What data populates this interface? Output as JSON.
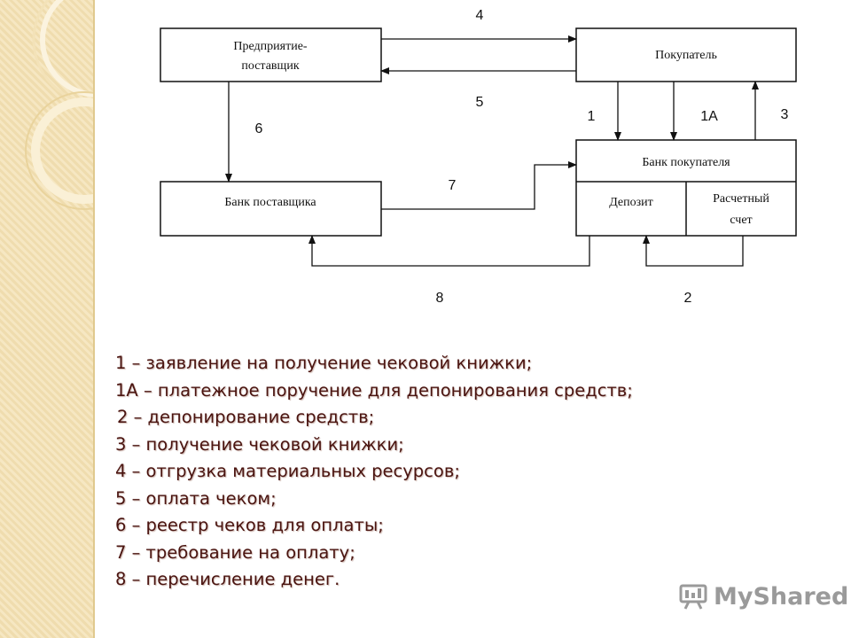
{
  "diagram": {
    "boxes": {
      "supplier_line1": "Предприятие-",
      "supplier_line2": "поставщик",
      "buyer": "Покупатель",
      "supplier_bank": "Банк поставщика",
      "buyer_bank": "Банк покупателя",
      "deposit": "Депозит",
      "account_line1": "Расчетный",
      "account_line2": "счет"
    },
    "flow_numbers": {
      "n1": "1",
      "n1a": "1А",
      "n2": "2",
      "n3": "3",
      "n4": "4",
      "n5": "5",
      "n6": "6",
      "n7": "7",
      "n8": "8"
    }
  },
  "legend": [
    "1 – заявление на получение чековой книжки;",
    "1А – платежное поручение для депонирования средств;",
    "2 – депонирование средств;",
    "3 – получение чековой книжки;",
    "4 – отгрузка материальных ресурсов;",
    "5 – оплата чеком;",
    "6 – реестр чеков для оплаты;",
    "7 – требование на оплату;",
    "8 – перечисление денег."
  ],
  "logo": {
    "text": "MyShared",
    "icon": "presentation-screen-icon"
  },
  "colors": {
    "legend_text": "#4a1410",
    "sidebar": "#efdcae",
    "logo": "#9a9a9a"
  }
}
